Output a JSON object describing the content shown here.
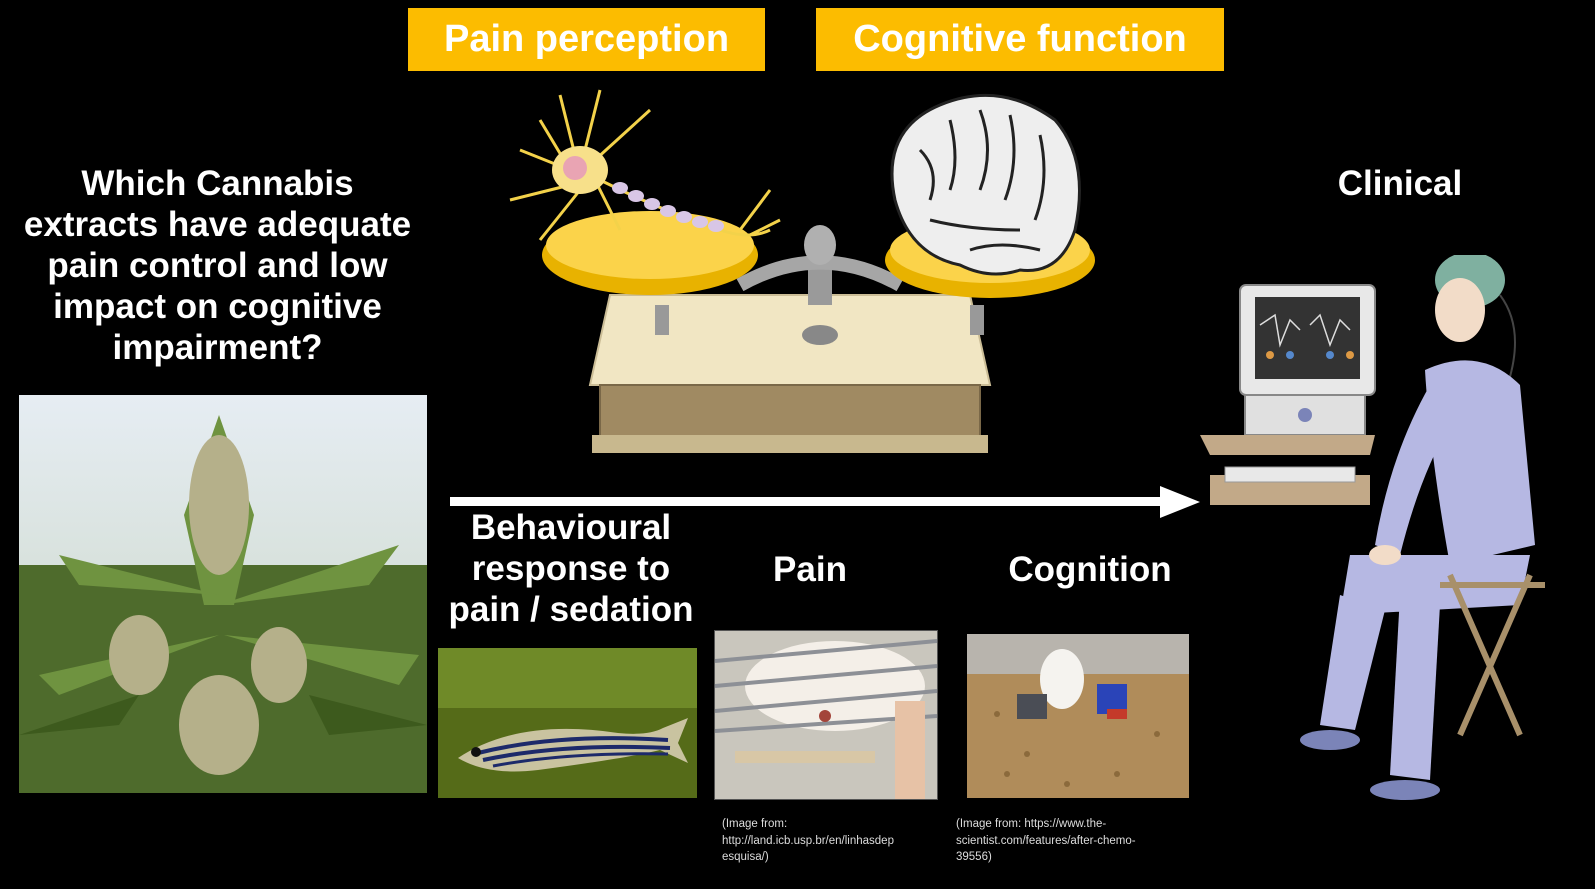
{
  "header": {
    "pain_perception": "Pain perception",
    "cognitive_function": "Cognitive function"
  },
  "question": "Which Cannabis extracts have adequate pain control and low impact on cognitive impairment?",
  "stages": {
    "clinical": "Clinical",
    "behavioural": "Behavioural response to pain / sedation",
    "pain": "Pain",
    "cognition": "Cognition"
  },
  "credits": {
    "pain_image": "(Image from:\nhttp://land.icb.usp.br/en/linhasdep\nesquisa/)",
    "cognition_image": "(Image from: https://www.the-\nscientist.com/features/after-chemo-\n39556)"
  },
  "colors": {
    "accent": "#fcbc00",
    "background": "#000000",
    "text": "#ffffff"
  },
  "icons": [
    "neuron-icon",
    "brain-icon",
    "balance-scale-icon",
    "arrow-right-icon",
    "eeg-computer-icon",
    "patient-icon"
  ]
}
